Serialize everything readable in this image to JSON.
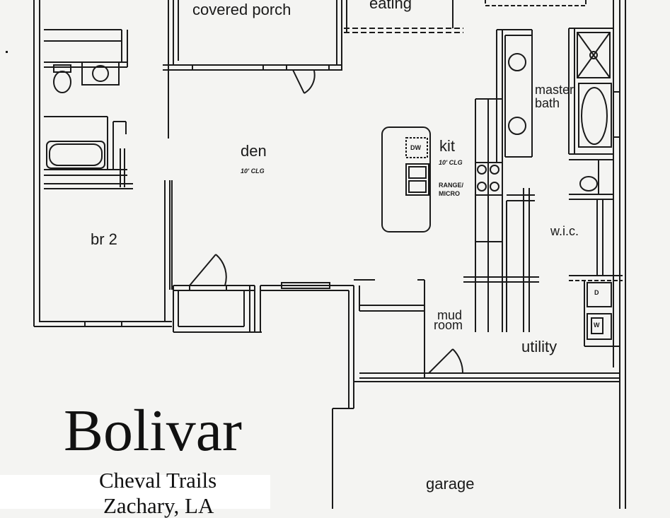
{
  "plan": {
    "title": "Bolivar",
    "subtitle": "Cheval Trails",
    "location": "Zachary, LA",
    "rooms": {
      "covered_porch": "covered porch",
      "eating": "eating",
      "den": "den",
      "den_ceiling": "10' CLG",
      "kit": "kit",
      "kit_ceiling": "10' CLG",
      "dw": "DW",
      "range_micro_1": "RANGE/",
      "range_micro_2": "MICRO",
      "master_bath_1": "master",
      "master_bath_2": "bath",
      "wic": "w.i.c.",
      "br2": "br 2",
      "mud_room_1": "mud",
      "mud_room_2": "room",
      "utility": "utility",
      "garage": "garage",
      "washer": "W",
      "dryer": "D"
    }
  }
}
